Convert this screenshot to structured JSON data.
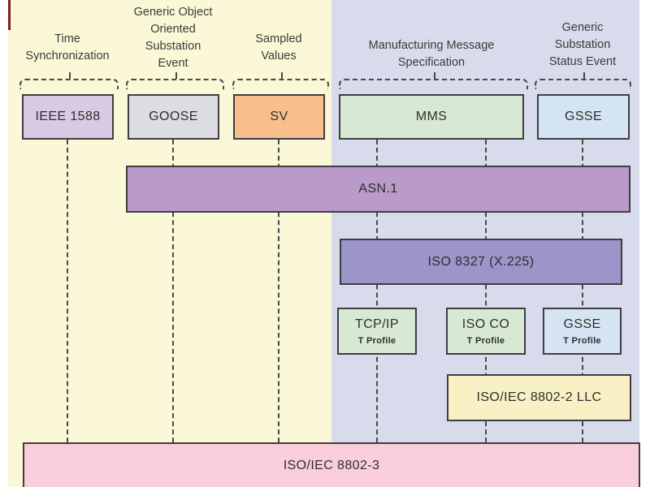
{
  "colors": {
    "left_region_bg": "#FBF8D7",
    "right_region_bg": "#D8DBEB",
    "red_marker": "#8A1A1A",
    "ieee1588_fill": "#D9CAE4",
    "goose_fill": "#DCDDE3",
    "sv_fill": "#F6BF8B",
    "mms_fill": "#D7E9D2",
    "gsse_fill": "#D4E4F2",
    "asn1_fill": "#B99AC9",
    "iso8327_fill": "#9B95C9",
    "tprofile_green_fill": "#D7E9D2",
    "tprofile_blue_fill": "#D4E4F2",
    "llc_fill": "#F8F1C6",
    "mac_fill": "#F9CDDA"
  },
  "top_labels": {
    "time_sync": "Time\nSynchronization",
    "goose": "Generic Object\nOriented\nSubstation\nEvent",
    "sv": "Sampled\nValues",
    "mms": "Manufacturing Message\nSpecification",
    "gsse": "Generic\nSubstation\nStatus Event"
  },
  "boxes": {
    "ieee1588": {
      "label": "IEEE 1588"
    },
    "goose": {
      "label": "GOOSE"
    },
    "sv": {
      "label": "SV"
    },
    "mms": {
      "label": "MMS"
    },
    "gsse_top": {
      "label": "GSSE"
    },
    "asn1": {
      "label": "ASN.1"
    },
    "iso8327": {
      "label": "ISO 8327 (X.225)"
    },
    "tcpip": {
      "label": "TCP/IP",
      "sublabel": "T Profile"
    },
    "iso_co": {
      "label": "ISO CO",
      "sublabel": "T Profile"
    },
    "gsse_t": {
      "label": "GSSE",
      "sublabel": "T Profile"
    },
    "llc": {
      "label": "ISO/IEC 8802-2 LLC"
    },
    "mac": {
      "label": "ISO/IEC 8802-3"
    }
  }
}
